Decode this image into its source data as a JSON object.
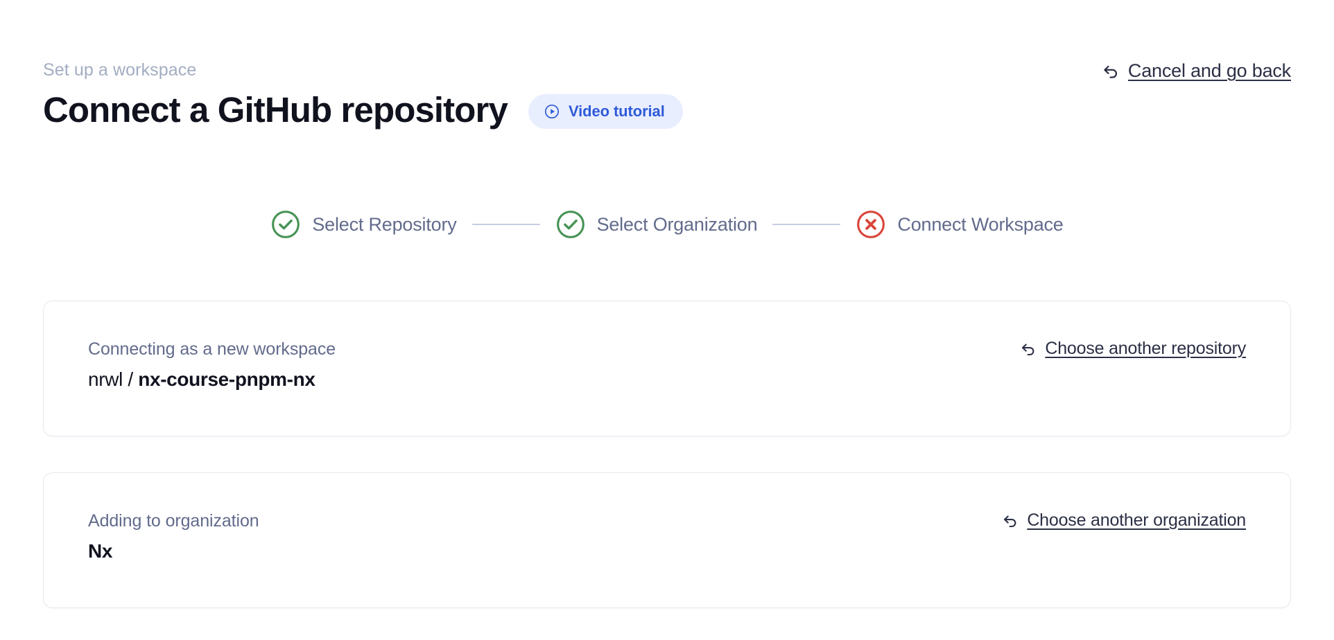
{
  "header": {
    "eyebrow": "Set up a workspace",
    "title": "Connect a GitHub repository",
    "video_pill_label": "Video tutorial",
    "video_pill_icon": "play-circle-icon",
    "cancel_label": "Cancel and go back",
    "cancel_icon": "arrow-uturn-left-icon"
  },
  "stepper": {
    "steps": [
      {
        "label": "Select Repository",
        "state": "complete",
        "icon": "check-circle-icon"
      },
      {
        "label": "Select Organization",
        "state": "complete",
        "icon": "check-circle-icon"
      },
      {
        "label": "Connect Workspace",
        "state": "error",
        "icon": "x-circle-icon"
      }
    ]
  },
  "cards": [
    {
      "kicker": "Connecting as a new workspace",
      "owner": "nrwl / ",
      "name": "nx-course-pnpm-nx",
      "link_label": "Choose another repository",
      "link_icon": "arrow-uturn-left-icon"
    },
    {
      "kicker": "Adding to organization",
      "owner": "",
      "name": "Nx",
      "link_label": "Choose another organization",
      "link_icon": "arrow-uturn-left-icon"
    }
  ],
  "colors": {
    "background": "#ffffff",
    "title": "#10121e",
    "eyebrow": "#a3adc2",
    "muted_text": "#626b8c",
    "accent_blue": "#2f5bd8",
    "pill_bg": "#e9eeff",
    "success_green": "#479356",
    "error_red": "#d9453a",
    "card_border": "#e7e8f0",
    "connector": "#c6cce0"
  }
}
